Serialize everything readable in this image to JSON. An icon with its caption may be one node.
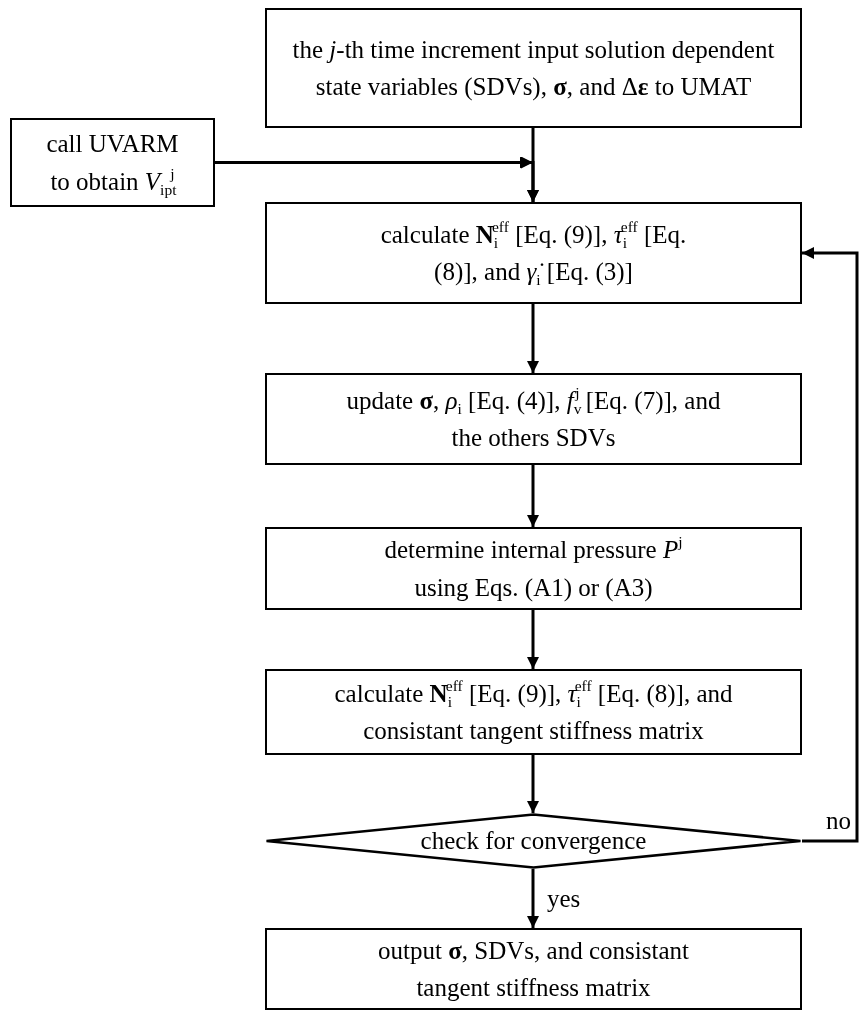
{
  "diagram": {
    "nodes": [
      {
        "text": [
          "the *j*-th time increment input solution dependent state variables (SDVs), **σ**, and Δ**ε** to UMAT"
        ]
      },
      {
        "text": [
          "call UVARM to obtain *V*$_{ipt}$$^{j}$"
        ]
      },
      {
        "text": [
          "calculate **N**$_{i}$$^{eff}$ [Eq. (9)], *τ*$_{i}$$^{eff}$ [Eq. (8)], and *γ̇*$_{i}$ [Eq. (3)]"
        ]
      },
      {
        "text": [
          "update **σ**, *ρ*$_{i}$ [Eq. (4)], *f*$_{v}$$^{j}$ [Eq. (7)], and the others SDVs"
        ]
      },
      {
        "text": [
          "determine internal pressure *P*$^{j}$ using Eqs. (A1) or (A3)"
        ]
      },
      {
        "text": [
          "calculate **N**$_{i}$$^{eff}$ [Eq. (9)], *τ*$_{i}$$^{eff}$ [Eq. (8)], and consistant tangent stiffness matrix"
        ]
      },
      {
        "text": [
          "check for convergence"
        ]
      },
      {
        "text": [
          "output **σ**, SDVs, and consistant tangent stiffness matrix"
        ]
      }
    ],
    "edges": [
      {
        "from": 0,
        "to": 2,
        "arrow": "to"
      },
      {
        "from": 1,
        "to": 2,
        "arrow": "to"
      },
      {
        "from": 2,
        "to": 3,
        "arrow": "to"
      },
      {
        "from": 3,
        "to": 4,
        "arrow": "to"
      },
      {
        "from": 4,
        "to": 5,
        "arrow": "to"
      },
      {
        "from": 5,
        "to": 6,
        "arrow": "to"
      },
      {
        "from": 6,
        "to": 7,
        "label": "yes",
        "arrow": "to"
      },
      {
        "from": 6,
        "to": 2,
        "label": "no",
        "arrow": "to"
      }
    ]
  }
}
